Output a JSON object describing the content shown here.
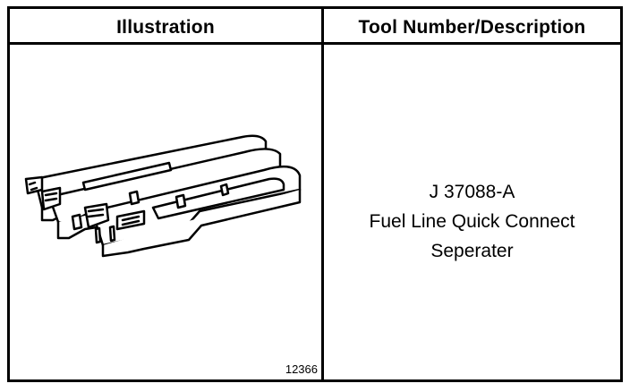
{
  "table": {
    "headers": {
      "illustration": "Illustration",
      "tool": "Tool Number/Description"
    },
    "rows": [
      {
        "illustration_icon": "fuel-line-quick-connect-separator-tools-illustration",
        "figure_number": "12366",
        "tool_number": "J 37088-A",
        "description_lines": [
          "Fuel Line Quick Connect",
          "Seperater"
        ]
      }
    ]
  }
}
